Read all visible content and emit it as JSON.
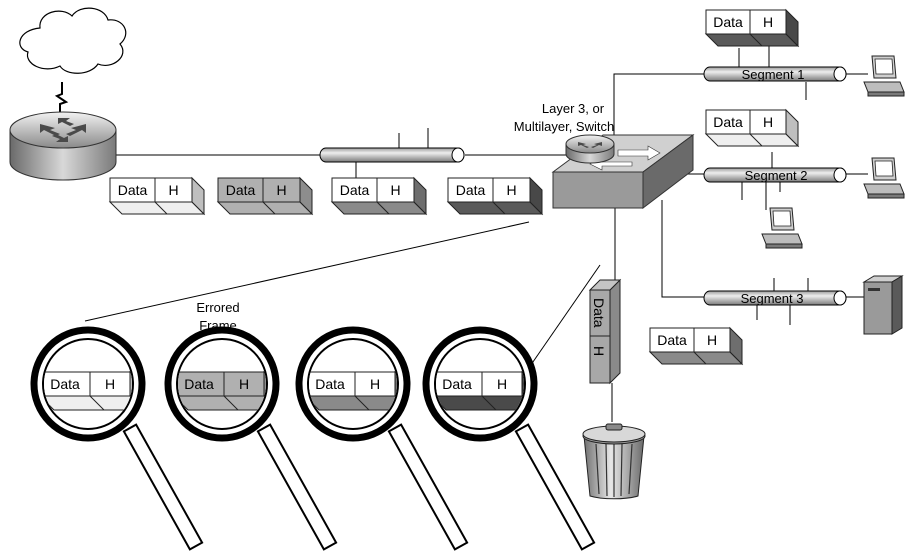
{
  "labels": {
    "switch_label_line1": "Layer 3, or",
    "switch_label_line2": "Multilayer, Switch",
    "errored_line1": "Errored",
    "errored_line2": "Frame",
    "segment1": "Segment 1",
    "segment2": "Segment 2",
    "segment3": "Segment 3"
  },
  "frame": {
    "data": "Data",
    "header": "H"
  },
  "colors": {
    "shade_light": "#efefef",
    "shade_mid": "#b0b0b0",
    "shade_dark": "#8a8a8a",
    "shade_darker": "#5a5a5a",
    "shade_darkest": "#4a4a4a"
  }
}
